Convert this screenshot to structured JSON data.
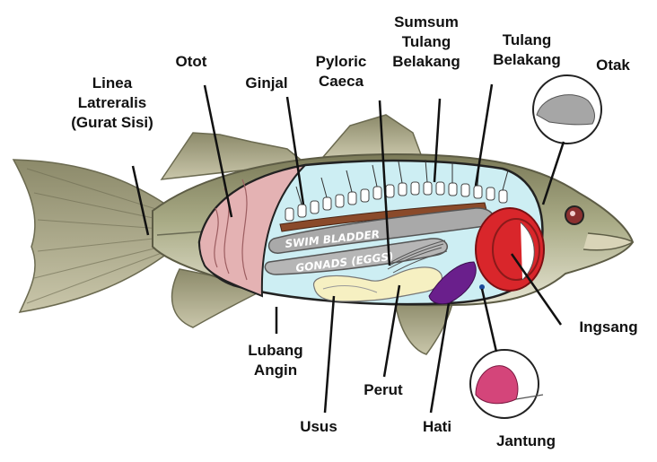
{
  "labels": {
    "linea": [
      "Linea",
      "Latreralis",
      "(Gurat Sisi)"
    ],
    "otot": "Otot",
    "ginjal": "Ginjal",
    "pyloric": [
      "Pyloric",
      "Caeca"
    ],
    "sumsum": [
      "Sumsum",
      "Tulang",
      "Belakang"
    ],
    "tulang": [
      "Tulang",
      "Belakang"
    ],
    "otak": "Otak",
    "ingsang": "Ingsang",
    "lubang": [
      "Lubang",
      "Angin"
    ],
    "usus": "Usus",
    "perut": "Perut",
    "hati": "Hati",
    "jantung": "Jantung"
  },
  "organs": {
    "swim_bladder": "SWIM BLADDER",
    "gonads": "GONADS (EGGS)"
  },
  "colors": {
    "body": "#a9ab86",
    "body_cavity": "#cdeef3",
    "muscle": "#e4b2b3",
    "gill": "#d9262b",
    "liver": "#6a1f8c",
    "organ_grey": "#a9a9a9",
    "kidney": "#8a4a2a",
    "intestine": "#f6f0c2",
    "heart": "#d4457a"
  }
}
